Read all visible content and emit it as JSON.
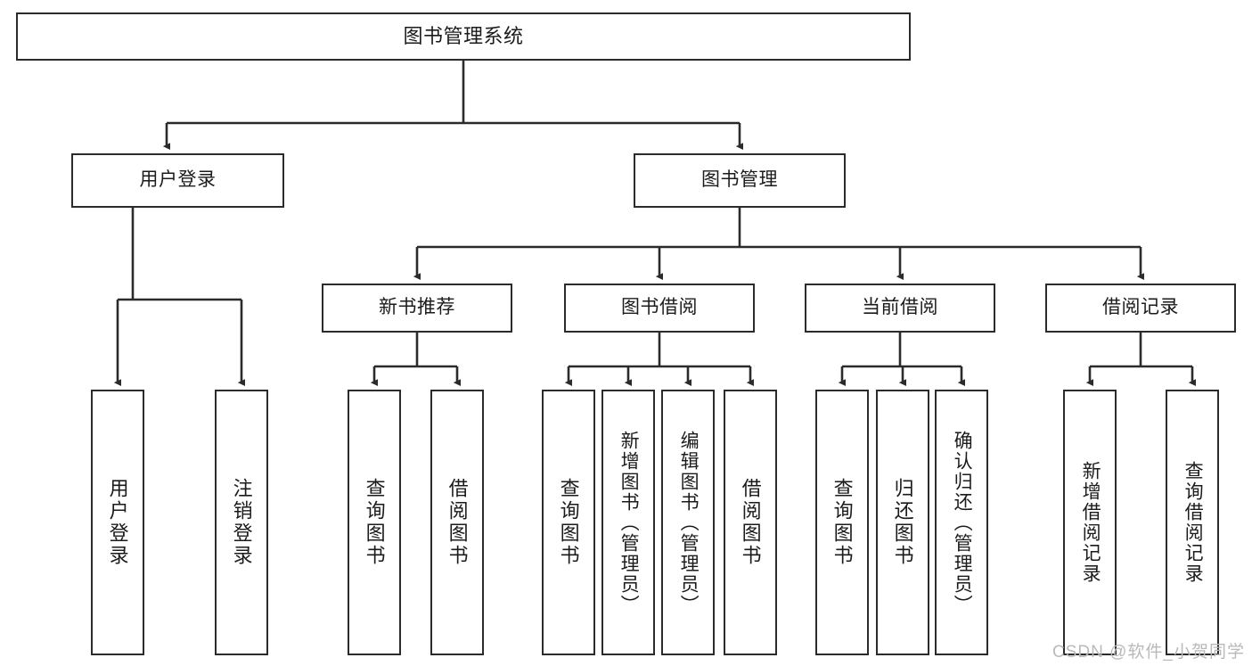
{
  "diagram": {
    "title": "图书管理系统",
    "watermark": "CSDN @软件_小贺同学",
    "root": {
      "label": "图书管理系统"
    },
    "level1": [
      {
        "label": "用户登录"
      },
      {
        "label": "图书管理"
      }
    ],
    "level2": [
      {
        "label": "新书推荐"
      },
      {
        "label": "图书借阅"
      },
      {
        "label": "当前借阅"
      },
      {
        "label": "借阅记录"
      }
    ],
    "leaves": {
      "user_login": [
        {
          "label": "用户登录"
        },
        {
          "label": "注销登录"
        }
      ],
      "new_book_recommend": [
        {
          "label": "查询图书"
        },
        {
          "label": "借阅图书"
        }
      ],
      "book_borrow": [
        {
          "label": "查询图书"
        },
        {
          "label": "新增图书（管理员）"
        },
        {
          "label": "编辑图书（管理员）"
        },
        {
          "label": "借阅图书"
        }
      ],
      "current_borrow": [
        {
          "label": "查询图书"
        },
        {
          "label": "归还图书"
        },
        {
          "label": "确认归还（管理员）"
        }
      ],
      "borrow_record": [
        {
          "label": "新增借阅记录"
        },
        {
          "label": "查询借阅记录"
        }
      ]
    },
    "colors": {
      "box_border": "#2b2b2b",
      "box_fill": "#ffffff",
      "connector": "#2b2b2b",
      "text": "#1b1b1b",
      "watermark": "#b9b9b9"
    }
  }
}
